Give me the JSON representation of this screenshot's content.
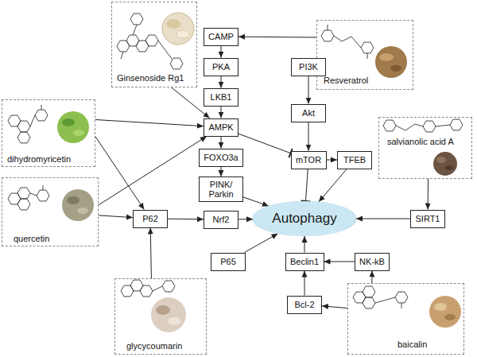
{
  "diagram": {
    "nodes": [
      {
        "text": [
          "Ginsenoside Rg1"
        ]
      },
      {
        "text": [
          "CAMP"
        ]
      },
      {
        "text": [
          "Resveratrol"
        ]
      },
      {
        "text": [
          "PKA"
        ]
      },
      {
        "text": [
          "PI3K"
        ]
      },
      {
        "text": [
          "LKB1"
        ]
      },
      {
        "text": [
          "dihydromyricetin"
        ]
      },
      {
        "text": [
          "AMPK"
        ]
      },
      {
        "text": [
          "Akt"
        ]
      },
      {
        "text": [
          "salvianolic acid A"
        ]
      },
      {
        "text": [
          "FOXO3a"
        ]
      },
      {
        "text": [
          "mTOR"
        ]
      },
      {
        "text": [
          "TFEB"
        ]
      },
      {
        "text": [
          "quercetin"
        ]
      },
      {
        "text": [
          "PINK/ Parkin"
        ]
      },
      {
        "text": [
          "P62"
        ]
      },
      {
        "text": [
          "Nrf2"
        ]
      },
      {
        "text": [
          "Autophagy"
        ]
      },
      {
        "text": [
          "SIRT1"
        ]
      },
      {
        "text": [
          "P65"
        ]
      },
      {
        "text": [
          "Beclin1"
        ]
      },
      {
        "text": [
          "NK-kB"
        ]
      },
      {
        "text": [
          "glycycoumarin"
        ]
      },
      {
        "text": [
          "Bcl-2"
        ]
      },
      {
        "text": [
          "baicalin"
        ]
      }
    ],
    "edges": [
      {
        "from": 1,
        "to": 3,
        "arrow": "to"
      },
      {
        "from": 3,
        "to": 5,
        "arrow": "to"
      },
      {
        "from": 5,
        "to": 7,
        "arrow": "to"
      },
      {
        "from": 2,
        "to": 1,
        "arrow": "to"
      },
      {
        "from": 0,
        "to": 7,
        "arrow": "to"
      },
      {
        "from": 6,
        "to": 7,
        "arrow": "to"
      },
      {
        "from": 6,
        "to": 15,
        "arrow": "to"
      },
      {
        "from": 13,
        "to": 7,
        "arrow": "to"
      },
      {
        "from": 13,
        "to": 15,
        "arrow": "to"
      },
      {
        "from": 22,
        "to": 15,
        "arrow": "to"
      },
      {
        "from": 7,
        "to": 10,
        "arrow": "to"
      },
      {
        "from": 10,
        "to": 14,
        "arrow": "to"
      },
      {
        "from": 14,
        "to": 17,
        "arrow": "to"
      },
      {
        "from": 7,
        "to": 11,
        "arrow": "to"
      },
      {
        "from": 4,
        "to": 8,
        "arrow": "to"
      },
      {
        "from": 8,
        "to": 11,
        "arrow": "to"
      },
      {
        "from": 11,
        "to": 17,
        "arrow": "to"
      },
      {
        "from": 11,
        "to": 12,
        "arrow": "to"
      },
      {
        "from": 12,
        "to": 17,
        "arrow": "to"
      },
      {
        "from": 15,
        "to": 16,
        "arrow": "to"
      },
      {
        "from": 16,
        "to": 17,
        "arrow": "to"
      },
      {
        "from": 9,
        "to": 18,
        "arrow": "to"
      },
      {
        "from": 18,
        "to": 17,
        "arrow": "to"
      },
      {
        "from": 19,
        "to": 17,
        "arrow": "to"
      },
      {
        "from": 20,
        "to": 17,
        "arrow": "to"
      },
      {
        "from": 21,
        "to": 20,
        "arrow": "to"
      },
      {
        "from": 23,
        "to": 20,
        "arrow": "to"
      },
      {
        "from": 24,
        "to": 21,
        "arrow": "to"
      },
      {
        "from": 24,
        "to": 23,
        "arrow": "to"
      }
    ]
  }
}
